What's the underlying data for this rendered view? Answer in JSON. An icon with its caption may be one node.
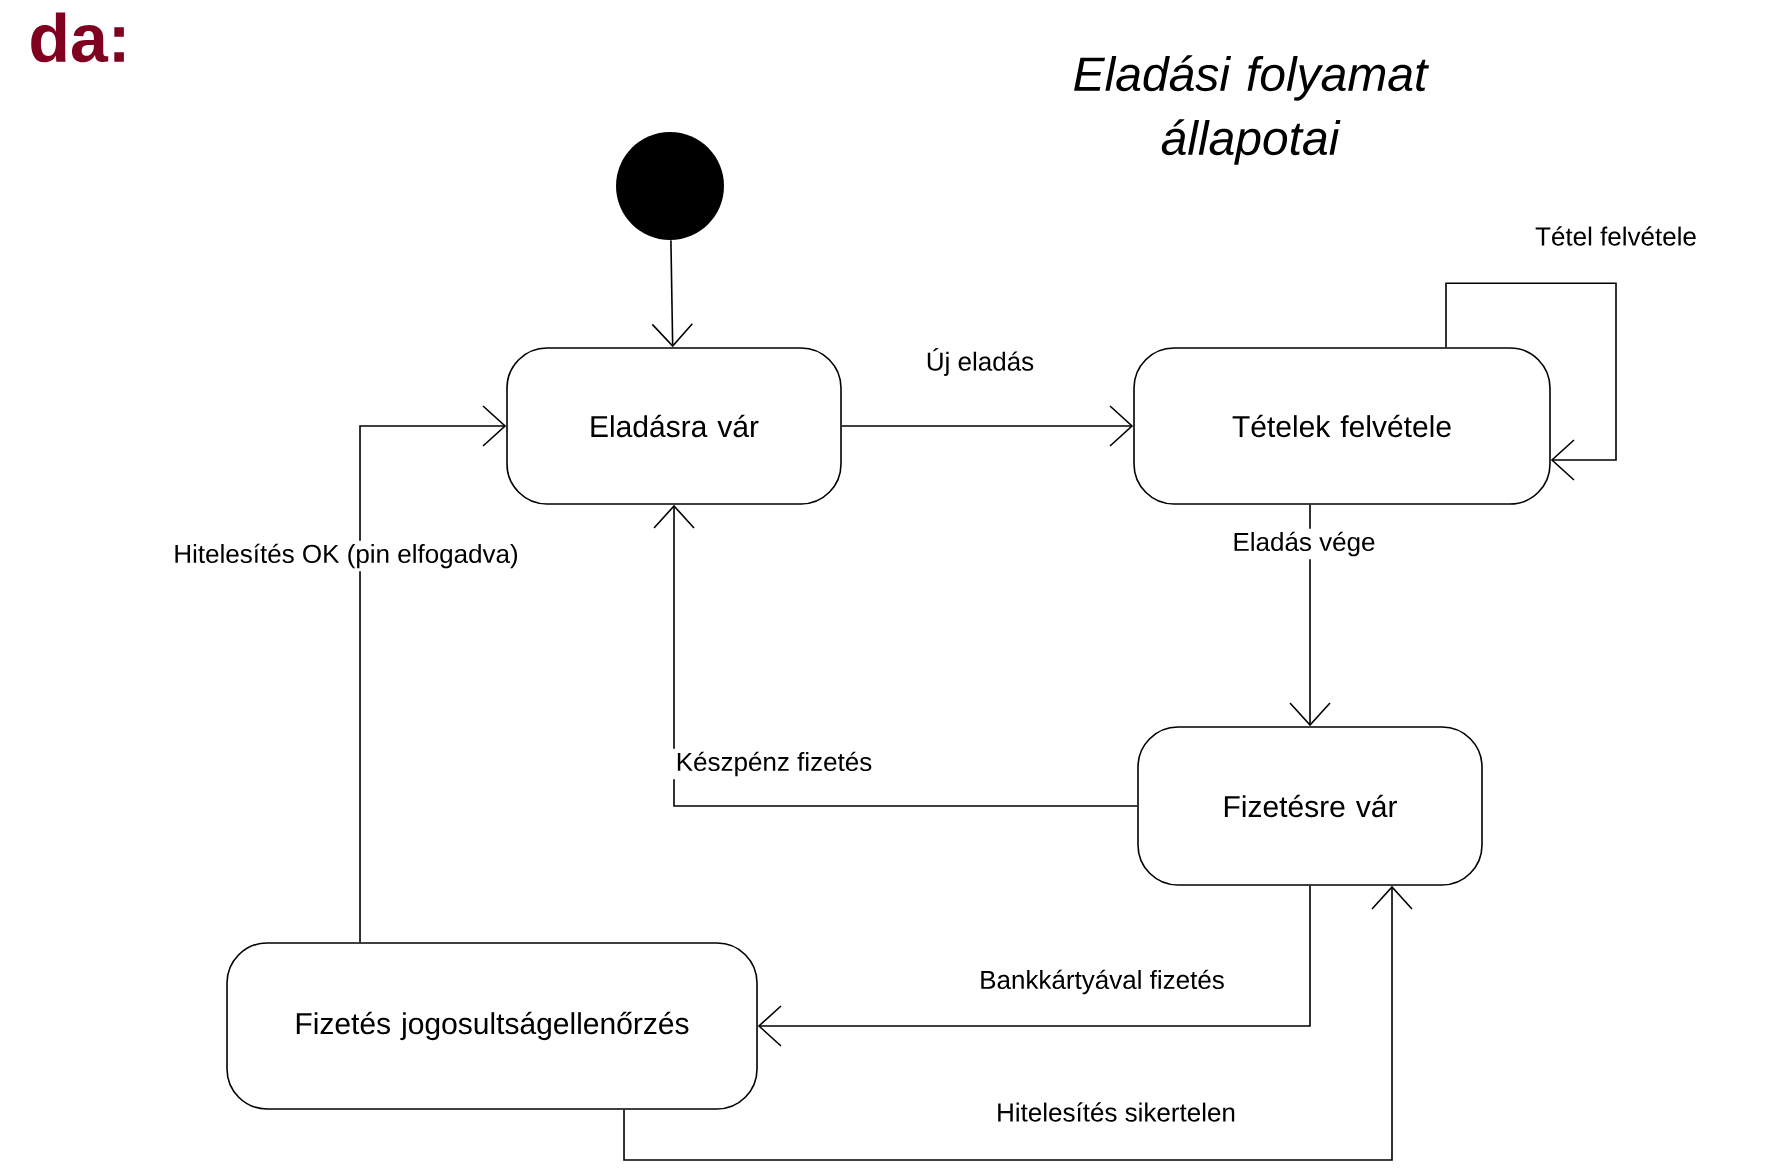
{
  "diagram": {
    "title": "Eladási folyamat állapotai",
    "nodes": [
      {
        "text": [],
        "shape": "circle"
      },
      {
        "text": [
          "Eladásra vár"
        ]
      },
      {
        "text": [
          "Tételek felvétele"
        ]
      },
      {
        "text": [
          "Fizetésre vár"
        ]
      },
      {
        "text": [
          "Fizetés jogosultságellenőrzés"
        ]
      }
    ],
    "edges": [
      {
        "from": 0,
        "to": 1,
        "arrow": "to"
      },
      {
        "from": 1,
        "to": 2,
        "arrow": "to",
        "label": "Új eladás"
      },
      {
        "from": 2,
        "to": 2,
        "arrow": "to",
        "label": "Tétel felvétele"
      },
      {
        "from": 2,
        "to": 3,
        "arrow": "to",
        "label": "Eladás vége"
      },
      {
        "from": 3,
        "to": 1,
        "arrow": "to",
        "label": "Készpénz fizetés"
      },
      {
        "from": 3,
        "to": 4,
        "arrow": "to",
        "label": "Bankkártyával fizetés"
      },
      {
        "from": 4,
        "to": 3,
        "arrow": "to",
        "label": "Hitelesítés sikertelen"
      },
      {
        "from": 4,
        "to": 1,
        "arrow": "to",
        "label": "Hitelesítés OK (pin elfogadva)"
      }
    ],
    "labels": [
      "da:"
    ]
  }
}
